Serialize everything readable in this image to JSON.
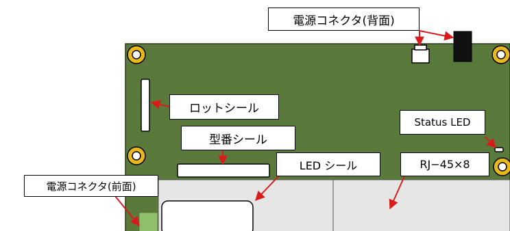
{
  "labels": {
    "power_connector_rear": "電源コネクタ(背面)",
    "lot_seal": "ロットシール",
    "status_led": "Status LED",
    "model_seal": "型番シール",
    "led_seal": "LED シール",
    "rj45": "RJ−45×8",
    "power_connector_front": "電源コネクタ(前面)"
  },
  "colors": {
    "board": "#5a7a3c",
    "board_border": "#2a3a1c",
    "mount_hole_ring": "#e8b81c",
    "port_block": "#e6e6e6",
    "arrow": "#d81c1c",
    "front_connector": "#8fbf6a"
  }
}
